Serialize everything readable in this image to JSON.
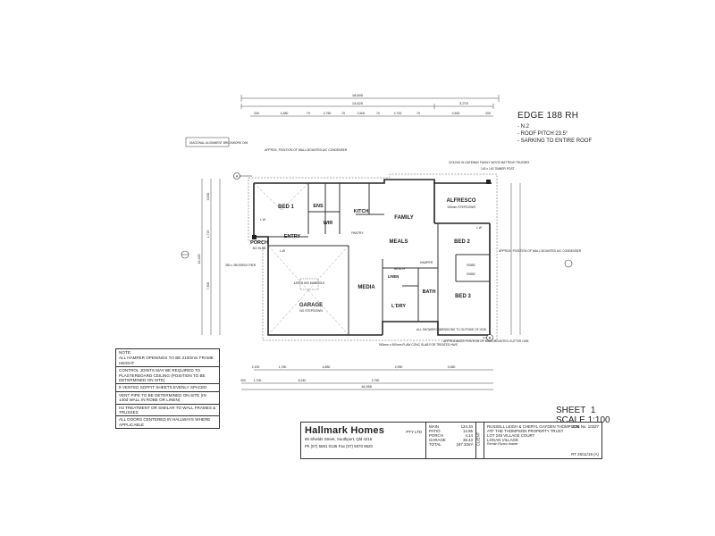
{
  "header": {
    "title": "EDGE 188 RH",
    "notes": [
      "- N.2",
      "- ROOF PITCH 23.5°",
      "- SARKING TO ENTIRE ROOF"
    ]
  },
  "dimensions": {
    "overall_top": "18,600",
    "top_sub": "14,620",
    "top_right": "3,270",
    "top_segments": [
      "200",
      "4,380",
      "70",
      "2,750",
      "70",
      "2,500",
      "70",
      "2,700",
      "70",
      "2,500",
      "200"
    ],
    "bottom_overall": "16,555",
    "bottom_segments": [
      "2,100",
      "1,750",
      "4,680",
      "2,950",
      "3,080"
    ],
    "bottom_lower": [
      "200",
      "1,700",
      "6,240",
      "2,750"
    ],
    "left_overall": "13,225",
    "left_segments": [
      "3,000",
      "1,719",
      "7,300"
    ]
  },
  "rooms": {
    "bed1": "BED 1",
    "ens": "ENS",
    "wir": "WIR",
    "kitch": "KITCH",
    "family": "FAMILY",
    "alfresco": "ALFRESCO",
    "alfresco_sub": "150mm STEPDOWN",
    "meals": "MEALS",
    "entry": "ENTRY",
    "porch": "PORCH",
    "porch_sub": "NO SLAB",
    "garage": "GARAGE",
    "garage_sub": "NO STEPDOWN",
    "media": "MEDIA",
    "bed2": "BED 2",
    "bed3": "BED 3",
    "bath": "BATH",
    "ldry": "L'DRY",
    "linen": "LINEN",
    "robe": "ROBE",
    "robe2": "ROBE",
    "bench": "BENCH",
    "pantry": "PANTRY",
    "manhole": "1200 X 600 MANHOLE",
    "lw_tag": "L.W",
    "lw_tag2": "L.W",
    "lw_tag3": "L.W"
  },
  "annotations": {
    "diagonal_note": "DIAGONAL ALIGNMENT BRICKWORK O/M",
    "wall_note": "APPROX. POSITION OF WALL MOUNTED A/C CONDENSER",
    "ceiling_note": "CEILING IN GATEWAY FAMILY WOOD BATTENS TRUSSES",
    "timber_post": "140 x 140 TIMBER POST",
    "brick_pier": "350 x 350 BRICK PIER",
    "hamper": "HAMPER",
    "shower": "ALL SHOWER DIMENSIONS TO OUTSIDE OF HOB",
    "approx_wall_condenser": "APPROXIMATE POSITION OF WALL MOUNTED GUTTER HOB",
    "approx_wall_right": "APPROX. POSITION OF WALL MOUNTED A/C CONDENSER",
    "concrete": "900mm x 900mm FLAW CONC SLAB FOR TREATED HWS",
    "pos_a": "A",
    "pos_b": "B"
  },
  "notes_box": {
    "heading": "NOTE:",
    "items": [
      "ALL HAMPER OPENINGS TO BE 2100mm FRAME HEIGHT",
      "CONTROL JOINTS MAY BE REQUIRED TO PLASTERBOARD CEILING (POSITION TO BE DETERMINED ON SITE)",
      "8 VENTED SOFFIT SHEETS EVENLY SPACED",
      "VENT PIPE TO BE DETERMINED ON-SITE (IN 140d WALL IN ROBE OR LINEN)",
      "H2 TREATMENT OR SIMILAR TO WALL FRAMES & TRUSSES",
      "ALL DOORS CENTERED IN HALLWAYS WHERE APPLICABLE"
    ]
  },
  "sheet": {
    "sheet_label": "SHEET",
    "sheet_no": "1",
    "scale_label": "SCALE",
    "scale_value": "1:100"
  },
  "title_block": {
    "company": "Hallmark Homes",
    "pty": "PTY LTD",
    "address": "85 Shields Street, Southport, Qld 4215",
    "phone": "Ph (07) 5591 0136   Fax (07) 5570 9520",
    "areas": [
      {
        "label": "MAIN",
        "value": "134.34"
      },
      {
        "label": "PATIO",
        "value": "12.85"
      },
      {
        "label": "PORCH",
        "value": "4.14"
      },
      {
        "label": "GARAGE",
        "value": "36.43"
      },
      {
        "label": "TOTAL",
        "value": "187.33m²"
      }
    ],
    "client_label": "CLIENT",
    "client_lines": [
      "RUSSELL LEIGH & CHERYL GAYDEN THOMPSON",
      "ATF THE THOMPSON PROPERTY TRUST",
      "LOT 246 VILLAGE COURT",
      "LOGAN VILLAGE"
    ],
    "job_no": "JOB No. 10327",
    "date_ref": "RT 26/11/19 (A)",
    "details": "Remsh Rivaro drawer"
  }
}
